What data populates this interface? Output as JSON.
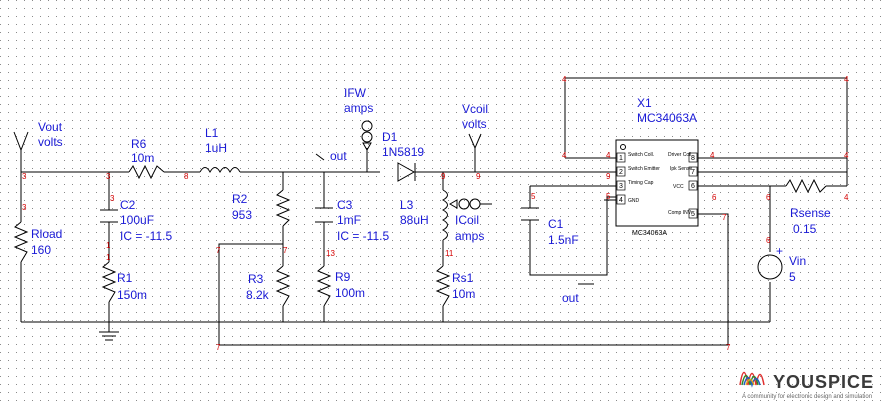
{
  "components": {
    "vout": {
      "name": "Vout",
      "unit": "volts"
    },
    "r6": {
      "name": "R6",
      "value": "10m"
    },
    "l1": {
      "name": "L1",
      "value": "1uH"
    },
    "ifw": {
      "name": "IFW",
      "unit": "amps"
    },
    "d1": {
      "name": "D1",
      "value": "1N5819"
    },
    "vcoil": {
      "name": "Vcoil",
      "unit": "volts"
    },
    "x1": {
      "name": "X1",
      "value": "MC34063A",
      "body_label": "MC34063A"
    },
    "c2": {
      "name": "C2",
      "value": "100uF",
      "ic": "IC = -11.5"
    },
    "r2": {
      "name": "R2",
      "value": "953"
    },
    "c3": {
      "name": "C3",
      "value": "1mF",
      "ic": "IC = -11.5"
    },
    "l3": {
      "name": "L3",
      "value": "88uH"
    },
    "icoil": {
      "name": "ICoil",
      "unit": "amps"
    },
    "c1": {
      "name": "C1",
      "value": "1.5nF"
    },
    "rsense": {
      "name": "Rsense",
      "value": "0.15"
    },
    "rload": {
      "name": "Rload",
      "value": "160"
    },
    "r1": {
      "name": "R1",
      "value": "150m"
    },
    "r3": {
      "name": "R3",
      "value": "8.2k"
    },
    "r9": {
      "name": "R9",
      "value": "100m"
    },
    "rs1": {
      "name": "Rs1",
      "value": "10m"
    },
    "vin": {
      "name": "Vin",
      "value": "5"
    }
  },
  "net_labels": {
    "out_top": "out",
    "out_bottom": "out"
  },
  "ic_pins": {
    "p1": "Switch Coll.",
    "p2": "Switch Emitter",
    "p3": "Timing Cap",
    "p4": "GND",
    "p8": "Driver Coll.",
    "p7": "Ipk Sense",
    "p6": "VCC",
    "p5": "Comp INV."
  },
  "ic_pin_numbers": [
    "1",
    "2",
    "3",
    "4",
    "8",
    "7",
    "6",
    "5"
  ],
  "node_numbers": {
    "n3a": "3",
    "n3b": "3",
    "n3c": "3",
    "n3d": "3",
    "n1a": "1",
    "n1b": "1",
    "n8": "8",
    "n7a": "7",
    "n7b": "7",
    "n7c": "7",
    "n7d": "7",
    "n13": "13",
    "n9a": "9",
    "n9b": "9",
    "n11": "11",
    "n5a": "5",
    "n5b": "5",
    "n4a": "4",
    "n4b": "4",
    "n4c": "4",
    "n4d": "4",
    "n4e": "4",
    "n4f": "4",
    "n4g": "4",
    "n6a": "6",
    "n6b": "6",
    "n6c": "6",
    "n9c": "9",
    "n7e": "7"
  },
  "branding": {
    "name": "YOUSPICE",
    "tagline": "A community for electronic design and simulation"
  },
  "colors": {
    "labels": "#1a1ad6",
    "nodes": "#d40000",
    "wires": "#000000",
    "grid": "#8a8a8a"
  }
}
